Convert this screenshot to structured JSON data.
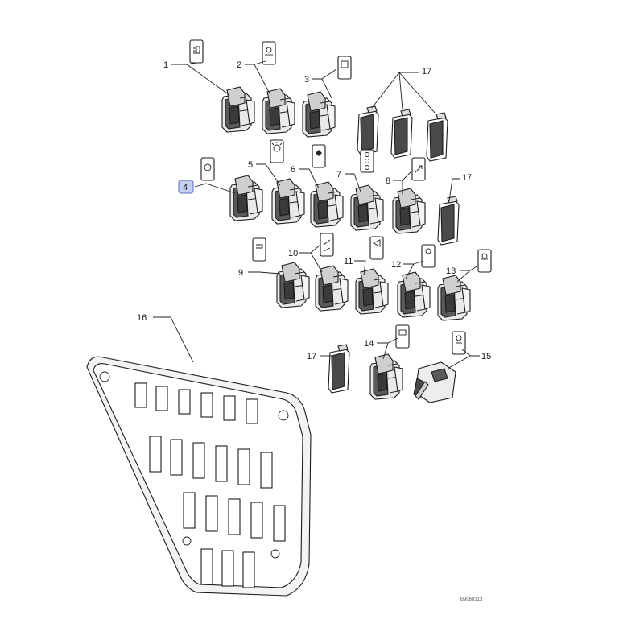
{
  "diagram": {
    "reference_code": "B9068313",
    "selected_callout": "4",
    "highlight_color": "#c6cff0",
    "highlight_border": "#5a6fb8",
    "callouts": [
      {
        "label": "1"
      },
      {
        "label": "2"
      },
      {
        "label": "3"
      },
      {
        "label": "4"
      },
      {
        "label": "5"
      },
      {
        "label": "6"
      },
      {
        "label": "7"
      },
      {
        "label": "8"
      },
      {
        "label": "9"
      },
      {
        "label": "10"
      },
      {
        "label": "11"
      },
      {
        "label": "12"
      },
      {
        "label": "13"
      },
      {
        "label": "14"
      },
      {
        "label": "15"
      },
      {
        "label": "16"
      },
      {
        "label": "17"
      },
      {
        "label": "17"
      },
      {
        "label": "17"
      }
    ],
    "icons": [
      "headlight-icon",
      "work-light-icon",
      "side-light-icon",
      "hazard-icon",
      "rotating-beacon-icon",
      "diff-lock-icon",
      "suspension-icon",
      "lift-arm-icon",
      "pto-icon",
      "hitch-icon",
      "wiper-icon",
      "fog-light-icon",
      "cab-light-icon",
      "heated-mirror-icon",
      "ignition-icon"
    ]
  }
}
